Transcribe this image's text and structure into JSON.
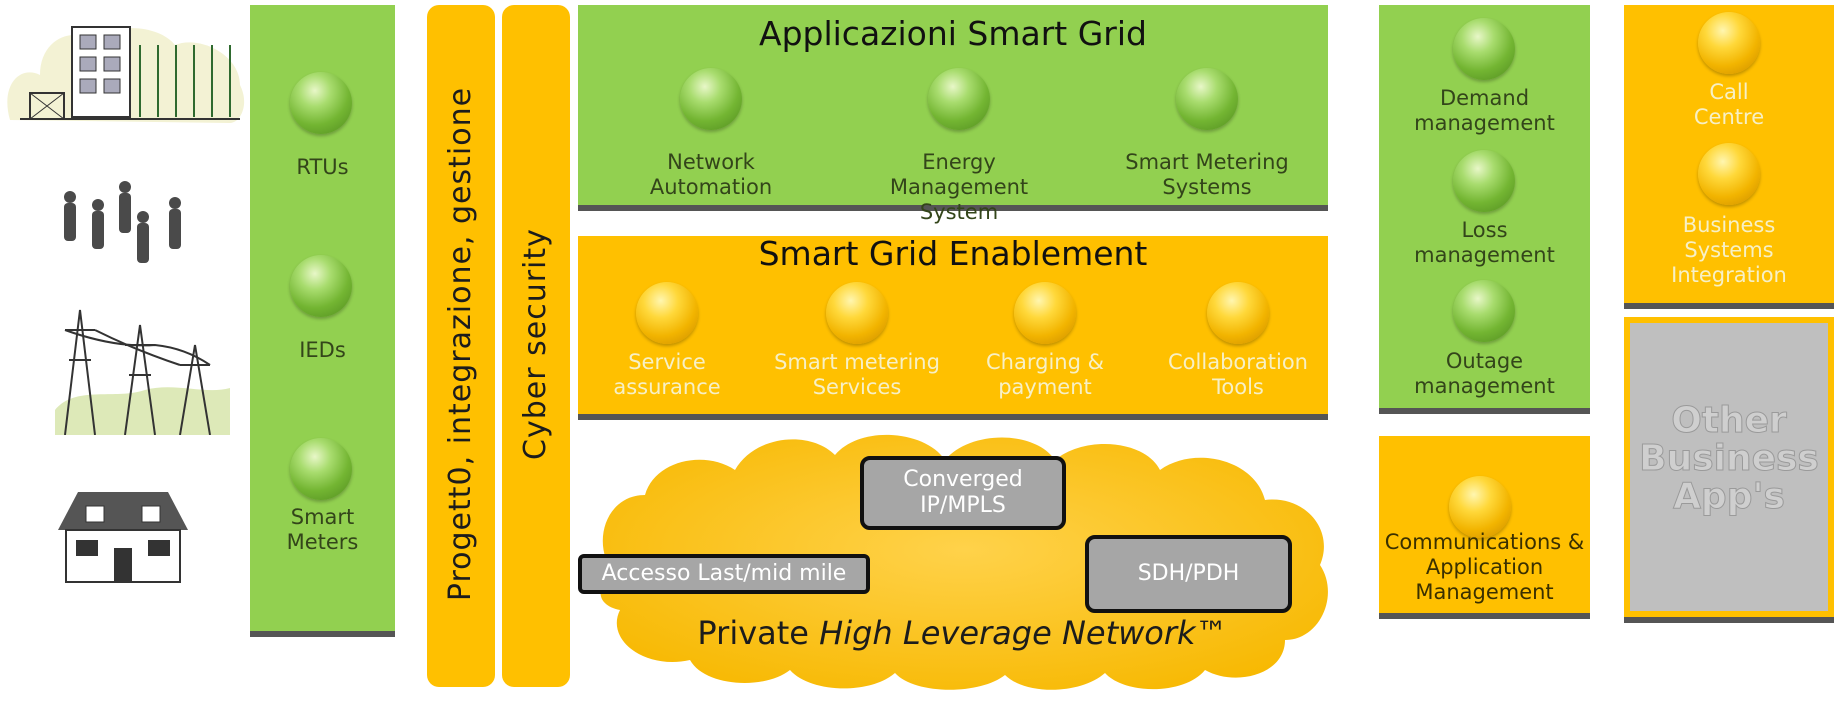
{
  "left_column": {
    "items": [
      "RTUs",
      "IEDs",
      "Smart\nMeters"
    ]
  },
  "vertical_bars": {
    "integration": "Progett0, integrazione, gestione",
    "security": "Cyber security"
  },
  "applications": {
    "title": "Applicazioni Smart Grid",
    "items": [
      "Network\nAutomation",
      "Energy\nManagement System",
      "Smart Metering\nSystems"
    ]
  },
  "enablement": {
    "title": "Smart Grid Enablement",
    "items": [
      "Service\nassurance",
      "Smart metering\nServices",
      "Charging &\npayment",
      "Collaboration\nTools"
    ]
  },
  "network": {
    "title_plain": "Private",
    "title_italic": "High Leverage Network™",
    "nodes": [
      "Converged\nIP/MPLS",
      "Accesso Last/mid mile",
      "SDH/PDH"
    ]
  },
  "management": {
    "items": [
      "Demand\nmanagement",
      "Loss\nmanagement",
      "Outage\nmanagement"
    ]
  },
  "communications": {
    "label": "Communications &\nApplication\nManagement"
  },
  "business": {
    "items": [
      "Call\nCentre",
      "Business\nSystems\nIntegration"
    ]
  },
  "other": {
    "label": "Other\nBusiness\nApp's"
  },
  "colors": {
    "green": "#92d050",
    "yellow": "#ffc000",
    "gray": "#bfbfbf"
  }
}
